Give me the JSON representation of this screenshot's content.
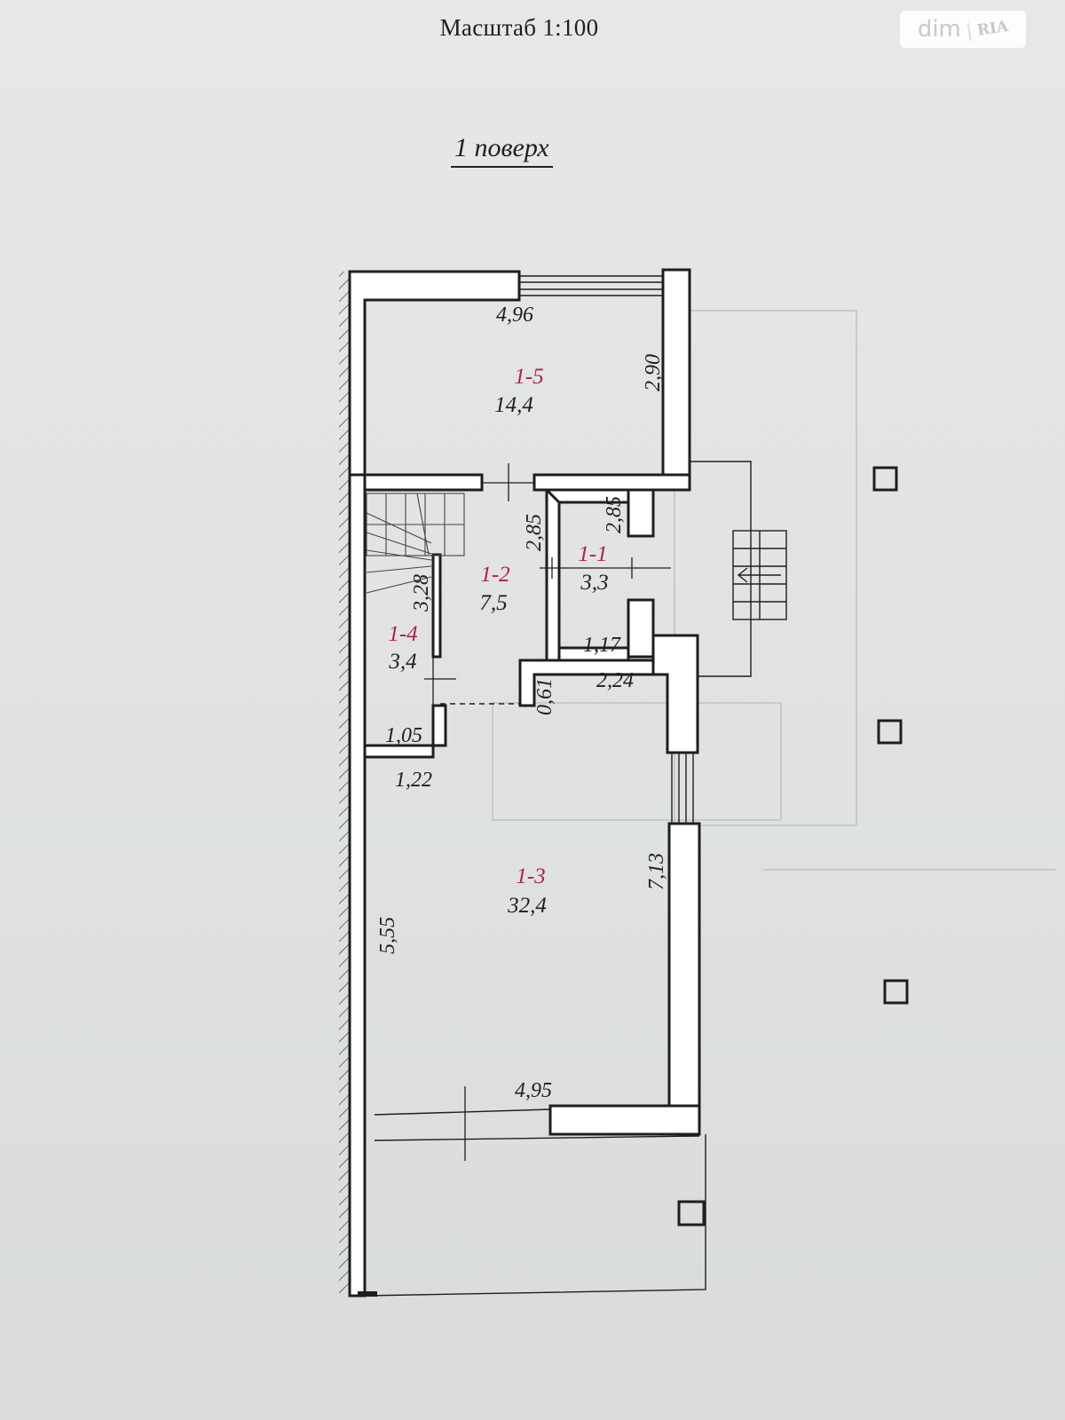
{
  "header": {
    "scale": "Масштаб 1:100"
  },
  "floor": {
    "title": "1 поверх"
  },
  "watermark": {
    "brand": "dim",
    "sub": "RIA"
  },
  "rooms": [
    {
      "id": "1-5",
      "area": "14,4"
    },
    {
      "id": "1-2",
      "area": "7,5"
    },
    {
      "id": "1-1",
      "area": "3,3"
    },
    {
      "id": "1-4",
      "area": "3,4"
    },
    {
      "id": "1-3",
      "area": "32,4"
    }
  ],
  "dimensions": {
    "d1": "4,96",
    "d2": "2,90",
    "d3": "2,85",
    "d4": "2,85",
    "d5": "3,28",
    "d6": "1,17",
    "d7": "2,24",
    "d8": "0,61",
    "d9": "1,05",
    "d10": "1,22",
    "d11": "7,13",
    "d12": "5,55",
    "d13": "4,95"
  },
  "colors": {
    "wall": "#ffffff",
    "line": "#1e1e1e",
    "room_id": "#b01e4f",
    "paper": "#e3e5e3"
  }
}
